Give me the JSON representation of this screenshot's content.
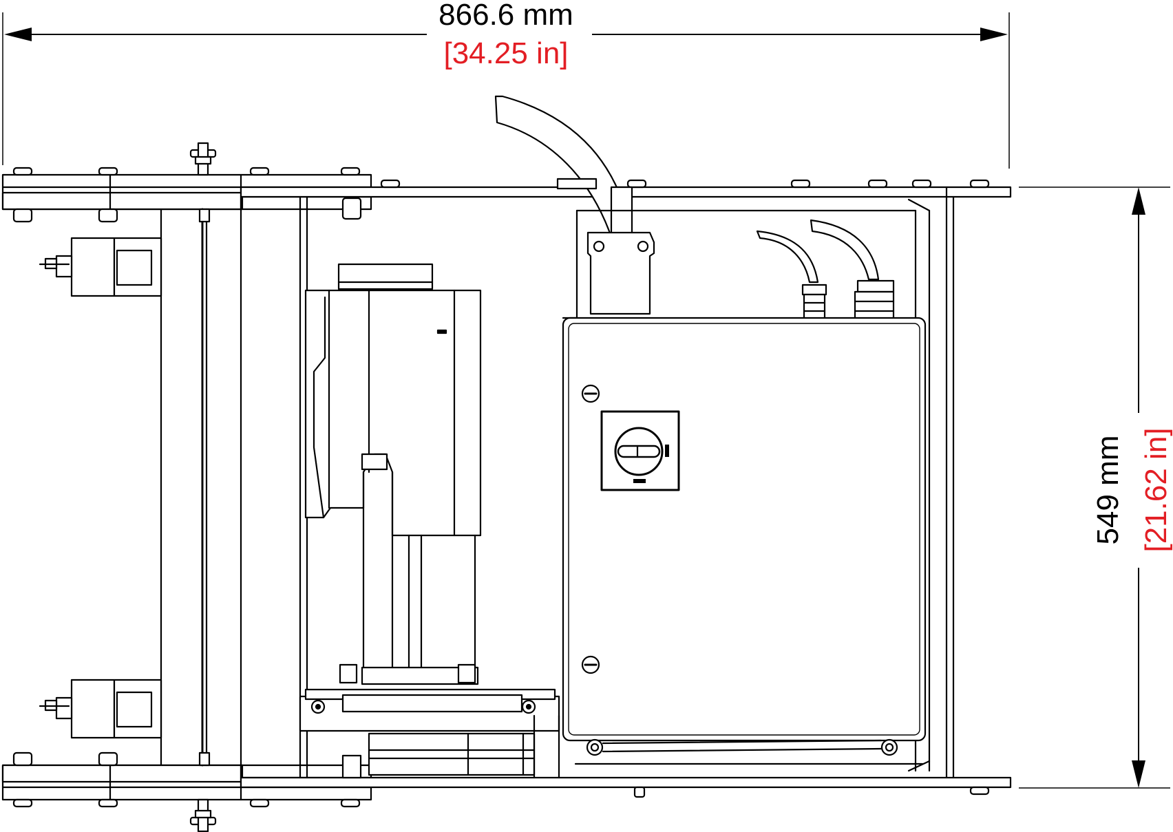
{
  "dimensions": {
    "width_mm": "866.6 mm",
    "width_in": "[34.25 in]",
    "height_mm": "549 mm",
    "height_in": "[21.62 in]"
  },
  "colors": {
    "line": "#000000",
    "metric_text": "#000000",
    "imperial_text": "#e31e24",
    "background": "#ffffff"
  }
}
